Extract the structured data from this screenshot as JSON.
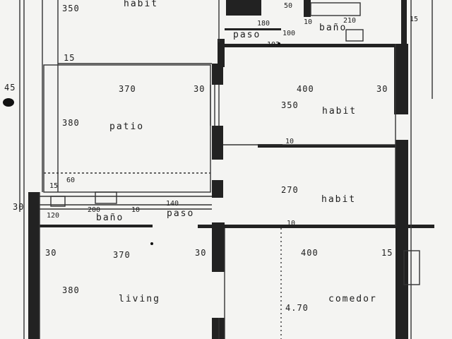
{
  "rooms": {
    "habit_top": "habit",
    "bano_top": "baño",
    "paso_top": "paso",
    "habit_mid": "habit",
    "patio": "patio",
    "habit_lower": "habit",
    "paso_mid": "paso",
    "bano_mid": "baño",
    "living": "living",
    "comedor": "comedor"
  },
  "dims": {
    "d350_top": "350",
    "d50": "50",
    "d180": "180",
    "d10_a": "10",
    "d210": "210",
    "d15_right": "15",
    "d100": "100",
    "d102": "102",
    "d15_left": "15",
    "d45": "45",
    "d370_top": "370",
    "d30_top": "30",
    "d400_top": "400",
    "d30_right": "30",
    "d350_mid": "350",
    "d380_patio": "380",
    "d10_b": "10",
    "d60": "60",
    "d270": "270",
    "d15_b": "15",
    "d30_left": "30",
    "d120": "120",
    "d200": "200",
    "d10_c": "10",
    "d140": "140",
    "d10_d": "10",
    "d30_liv": "30",
    "d370_liv": "370",
    "d30_mid": "30",
    "d400_com": "400",
    "d15_com": "15",
    "d380_liv": "380",
    "d470": "4.70"
  }
}
